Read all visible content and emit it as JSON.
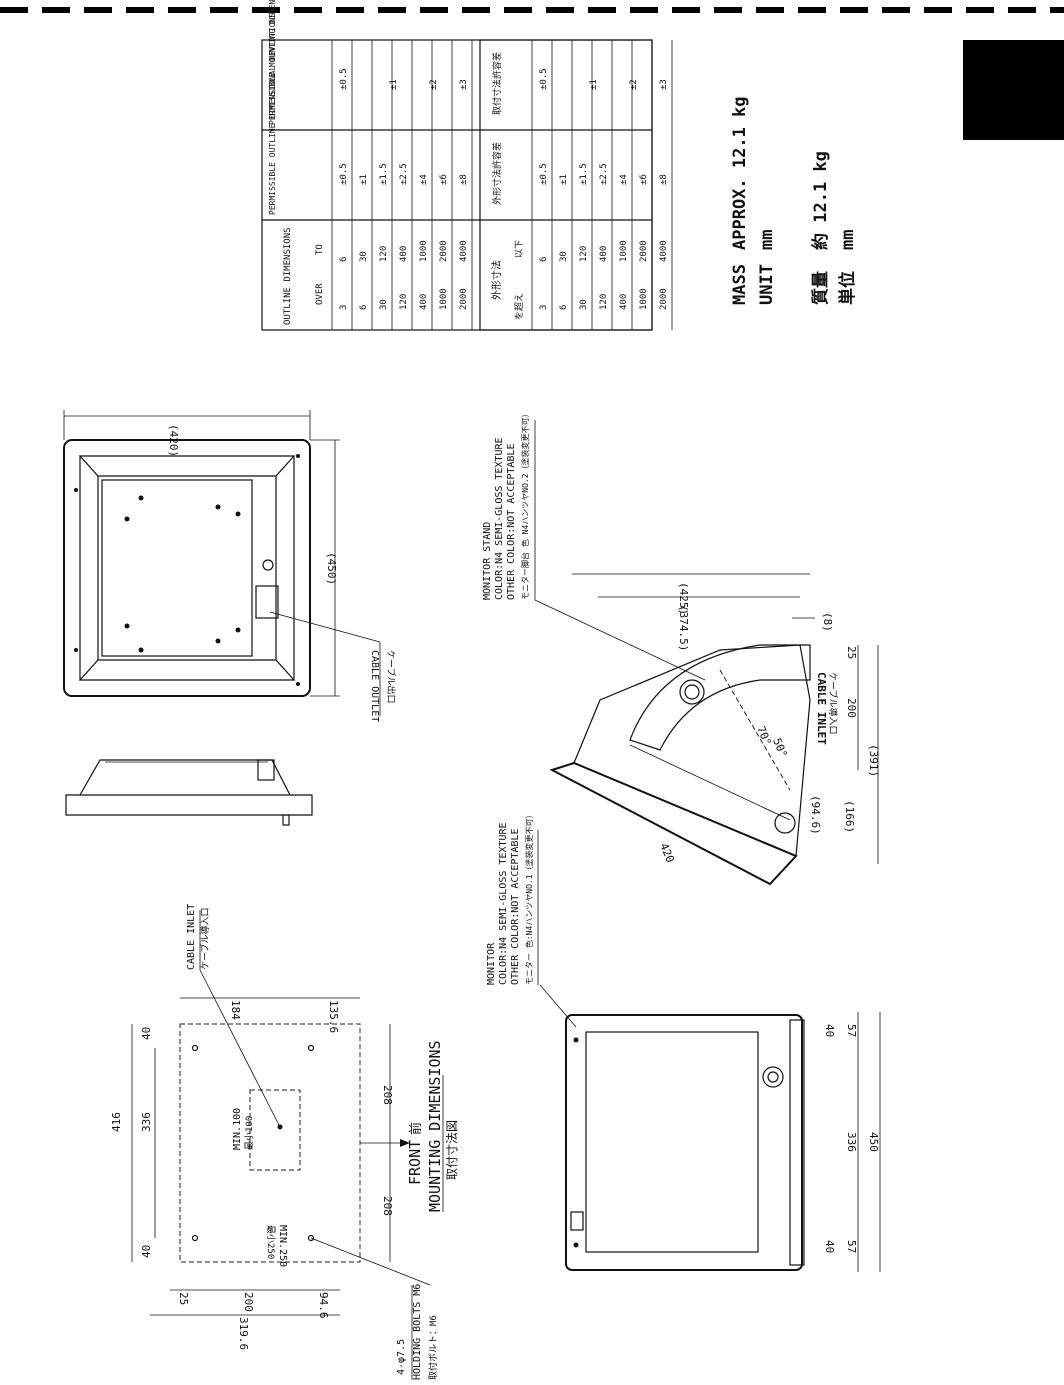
{
  "tolerance_table_en": {
    "header_outline": "OUTLINE DIMENSIONS",
    "header_over": "OVER",
    "header_to": "TO",
    "header_outline_dev": "PERMISSIBLE OUTLINE DIMENSIONAL DEVIATIONS",
    "header_mount_dev": "PERMISSIBLE MOUNTING DIMENSIONAL DEVIATIONS",
    "rows": [
      {
        "over": "3",
        "to": "6",
        "outline": "±0.5"
      },
      {
        "over": "6",
        "to": "30",
        "outline": "±1"
      },
      {
        "over": "30",
        "to": "120",
        "outline": "±1.5"
      },
      {
        "over": "120",
        "to": "400",
        "outline": "±2.5"
      },
      {
        "over": "400",
        "to": "1000",
        "outline": "±4"
      },
      {
        "over": "1000",
        "to": "2000",
        "outline": "±6"
      },
      {
        "over": "2000",
        "to": "4000",
        "outline": "±8"
      }
    ],
    "mount": [
      "±0.5",
      "±1",
      "±2",
      "±3"
    ]
  },
  "tolerance_table_jp": {
    "header_outline": "外形寸法",
    "header_over": "を超え",
    "header_to": "以下",
    "header_outline_dev": "外形寸法許容差",
    "header_mount_dev": "取付寸法許容差",
    "rows": [
      {
        "over": "3",
        "to": "6",
        "outline": "±0.5"
      },
      {
        "over": "6",
        "to": "30",
        "outline": "±1"
      },
      {
        "over": "30",
        "to": "120",
        "outline": "±1.5"
      },
      {
        "over": "120",
        "to": "400",
        "outline": "±2.5"
      },
      {
        "over": "400",
        "to": "1000",
        "outline": "±4"
      },
      {
        "over": "1000",
        "to": "2000",
        "outline": "±6"
      },
      {
        "over": "2000",
        "to": "4000",
        "outline": "±8"
      }
    ],
    "mount": [
      "±0.5",
      "±1",
      "±2",
      "±3"
    ]
  },
  "specs": {
    "mass_label": "MASS",
    "mass_value": "APPROX.  12.1 kg",
    "unit_label": "UNIT",
    "unit_value": "mm",
    "mass_label_jp": "質量",
    "mass_value_jp": "約 12.1 kg",
    "unit_label_jp": "単位",
    "unit_value_jp": "mm"
  },
  "rear_view": {
    "dim_420": "(420)",
    "dim_450": "(450)",
    "cable_outlet": "CABLE OUTLET",
    "cable_outlet_jp": "ケーブル出口"
  },
  "side_view": {
    "stand_note_1": "MONITOR STAND",
    "stand_note_2": "COLOR:N4 SEMI-GLOSS TEXTURE",
    "stand_note_3": "OTHER COLOR:NOT ACCEPTABLE",
    "stand_note_jp": "モニター脚台 色 N4ハンツヤNO.2（塗装変更不可）",
    "dim_425": "(425)",
    "dim_3745": "(374.5)",
    "dim_8": "(8)",
    "dim_25": "25",
    "dim_200": "200",
    "dim_391": "(391)",
    "dim_946": "(94.6)",
    "dim_166": "(166)",
    "dim_420": "420",
    "angle_70": "70°",
    "angle_50": "50°",
    "cable_inlet": "CABLE INLET",
    "cable_inlet_jp": "ケーブル導入口"
  },
  "front_view": {
    "monitor_note_1": "MONITOR",
    "monitor_note_2": "COLOR:N4 SEMI-GLOSS TEXTURE",
    "monitor_note_3": "OTHER COLOR:NOT ACCEPTABLE",
    "monitor_note_jp": "モニター 色:N4ハンツヤNO.1（塗装変更不可）",
    "dim_40a": "40",
    "dim_57a": "57",
    "dim_336": "336",
    "dim_450": "450",
    "dim_40b": "40",
    "dim_57b": "57"
  },
  "mounting": {
    "title": "MOUNTING DIMENSIONS",
    "title_jp": "取付寸法図",
    "front": "FRONT",
    "front_jp": "前",
    "cable_inlet": "CABLE INLET",
    "cable_inlet_jp": "ケーブル導入口",
    "holding_bolts": "HOLDING BOLTS M6",
    "holding_bolts_jp": "取付ボルト：M6",
    "hole_spec": "4-φ7.5",
    "min100": "MIN.100",
    "min100_jp": "最小100",
    "min250": "MIN.250",
    "min250_jp": "最小250",
    "dim_416": "416",
    "dim_336": "336",
    "dim_40a": "40",
    "dim_40b": "40",
    "dim_184": "184",
    "dim_1356": "135.6",
    "dim_208a": "208",
    "dim_208b": "208",
    "dim_25": "25",
    "dim_200": "200",
    "dim_946": "94.6",
    "dim_3196": "319.6"
  }
}
